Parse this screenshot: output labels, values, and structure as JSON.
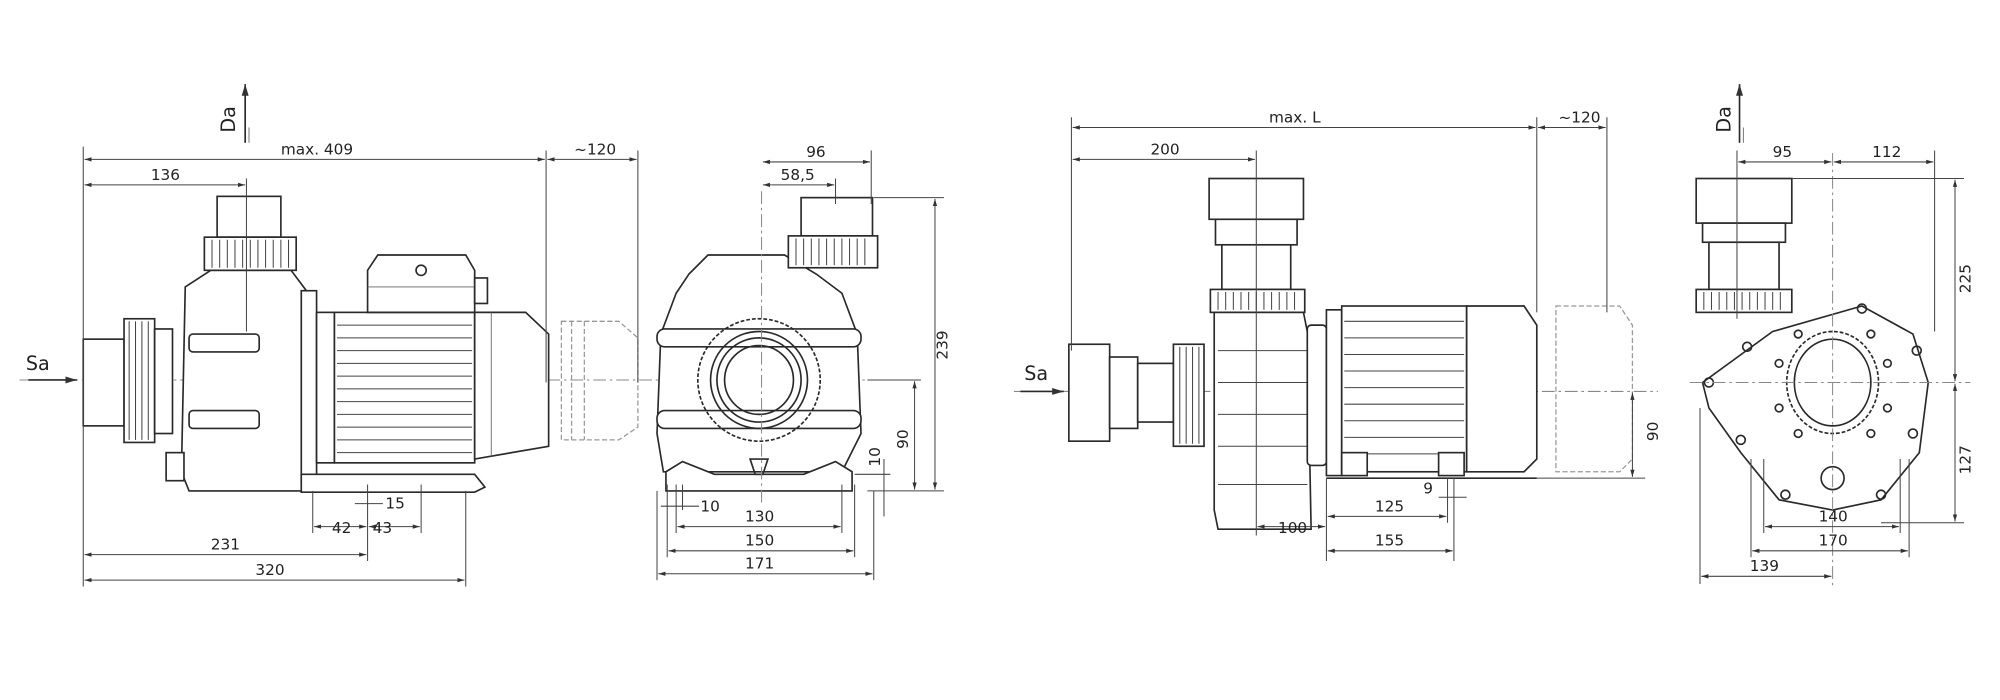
{
  "drawing_left": {
    "discharge_label": "Da",
    "suction_label": "Sa",
    "side_view": {
      "max_length": "max. 409",
      "motor_clearance": "~120",
      "inlet_to_outlet": "136",
      "foot_hole": "15",
      "foot_left": "42",
      "foot_right": "43",
      "to_foot_center": "231",
      "base_length": "320"
    },
    "front_view": {
      "outlet_width": "96",
      "outlet_offset": "58,5",
      "total_height": "239",
      "axis_height": "90",
      "foot_height": "10",
      "foot_hole": "10",
      "foot_span_inner": "130",
      "foot_span": "150",
      "base_width": "171"
    }
  },
  "drawing_right": {
    "discharge_label": "Da",
    "suction_label": "Sa",
    "side_view": {
      "max_length": "max. L",
      "motor_clearance": "~120",
      "inlet_to_outlet": "200",
      "axis_height": "90",
      "foot_hole": "9",
      "foot_span": "125",
      "pump_to_foot": "100",
      "base_length": "155"
    },
    "front_view": {
      "outlet_offset_left": "95",
      "outlet_offset_right": "112",
      "upper_height": "225",
      "axis_height": "127",
      "foot_span_inner": "140",
      "foot_span": "170",
      "left_to_axis": "139"
    }
  },
  "colors": {
    "line": "#2a2a2a",
    "dimension": "#444444",
    "background": "#ffffff"
  }
}
